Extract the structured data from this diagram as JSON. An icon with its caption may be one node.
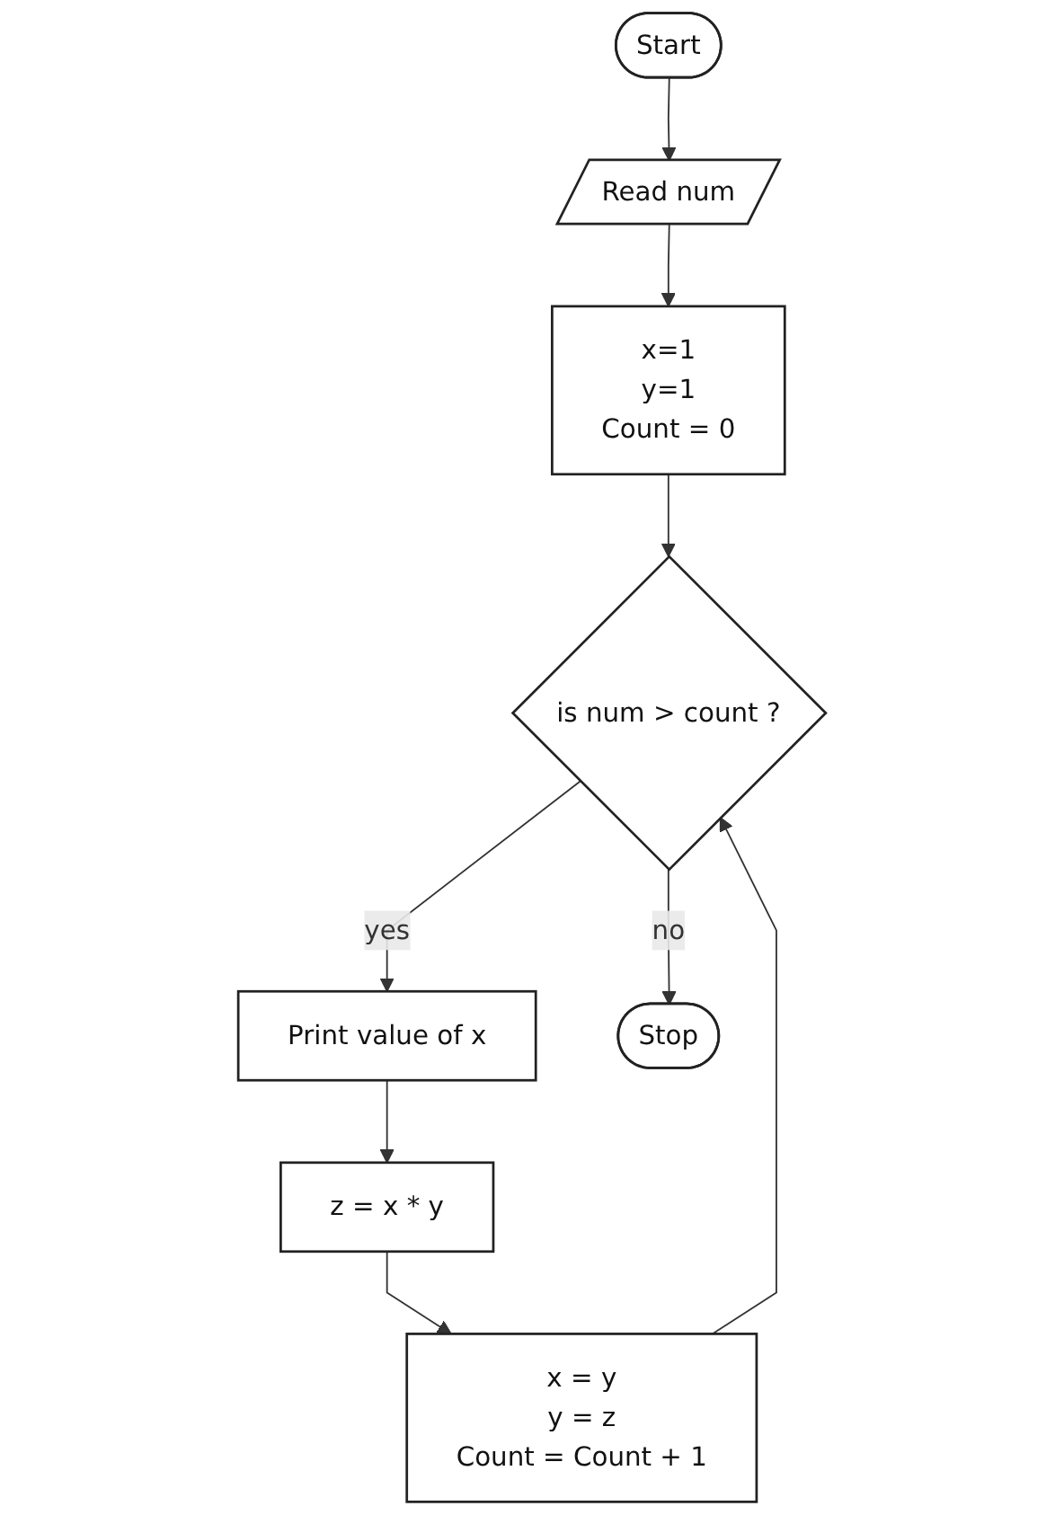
{
  "diagram": {
    "nodes": [
      {
        "text": [
          "Start"
        ]
      },
      {
        "text": [
          "Read num"
        ]
      },
      {
        "text": [
          "x=1",
          "y=1",
          "Count = 0"
        ]
      },
      {
        "text": [
          "is num > count ?"
        ]
      },
      {
        "text": [
          "Print value of x"
        ]
      },
      {
        "text": [
          "z = x * y"
        ]
      },
      {
        "text": [
          "x = y",
          "y = z",
          "Count = Count + 1"
        ]
      },
      {
        "text": [
          "Stop"
        ]
      }
    ],
    "edges": [
      {
        "from": 0,
        "to": 1,
        "arrow": "to"
      },
      {
        "from": 1,
        "to": 2,
        "arrow": "to"
      },
      {
        "from": 2,
        "to": 3,
        "arrow": "to"
      },
      {
        "from": 3,
        "to": 7,
        "label": "no",
        "arrow": "to"
      },
      {
        "from": 3,
        "to": 4,
        "label": "yes",
        "arrow": "to"
      },
      {
        "from": 4,
        "to": 5,
        "arrow": "to"
      },
      {
        "from": 5,
        "to": 6,
        "arrow": "to"
      },
      {
        "from": 6,
        "to": 3,
        "arrow": "to"
      }
    ]
  }
}
